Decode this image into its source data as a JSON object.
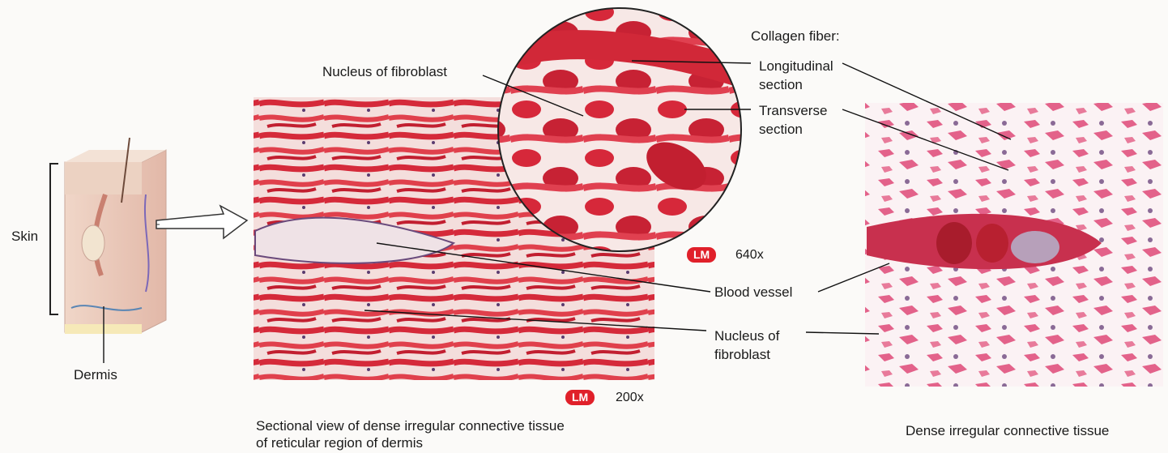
{
  "labels": {
    "skin": "Skin",
    "dermis": "Dermis",
    "nucleus_of_fibroblast_top": "Nucleus of fibroblast",
    "collagen_fiber": "Collagen fiber:",
    "longitudinal_section": "Longitudinal\nsection",
    "transverse_section": "Transverse\nsection",
    "blood_vessel": "Blood vessel",
    "nucleus_of_fibroblast_bottom": "Nucleus of\nfibroblast"
  },
  "micrographs": {
    "main": {
      "badge": "LM",
      "magnification": "200x"
    },
    "inset": {
      "badge": "LM",
      "magnification": "640x"
    }
  },
  "captions": {
    "left": "Sectional view of dense irregular connective tissue\nof reticular region of dermis",
    "right": "Dense irregular connective tissue"
  },
  "colors": {
    "collagen": "#d8283a",
    "tissue_bg": "#f6e6e4",
    "badge": "#e0202a",
    "vessel": "#c8304e",
    "fibroblast": "#7a5a86"
  }
}
